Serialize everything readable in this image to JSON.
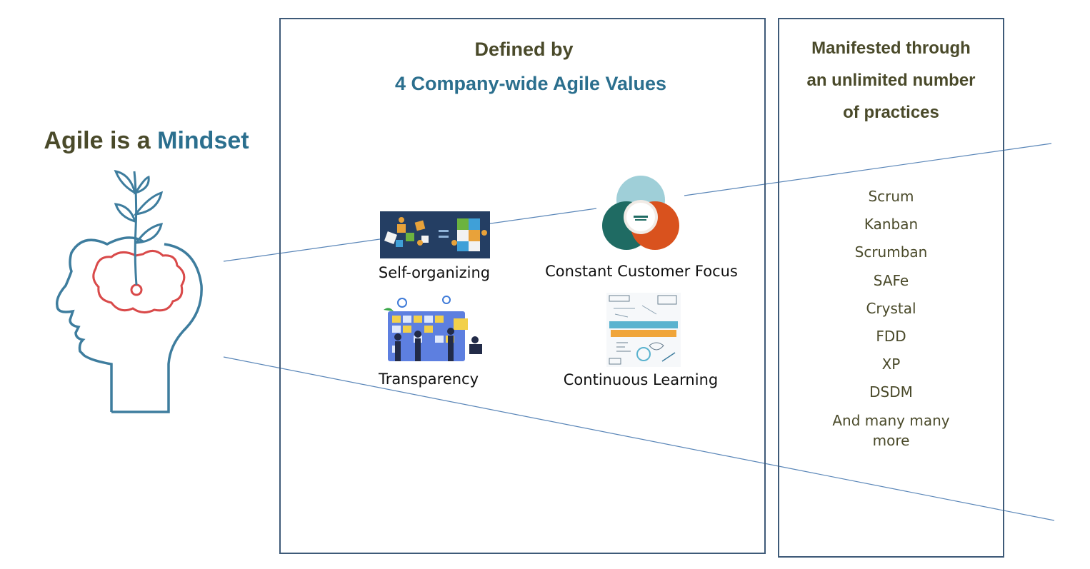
{
  "mindset": {
    "prefix": "Agile is a ",
    "accent": "Mindset"
  },
  "values_box": {
    "heading_line1": "Defined by",
    "heading_line2": "4 Company-wide Agile Values",
    "values": [
      {
        "label": "Self-organizing",
        "image": "puzzle-team-image"
      },
      {
        "label": "Constant Customer Focus",
        "image": "customer-centricity-venn-image"
      },
      {
        "label": "Transparency",
        "image": "kanban-board-team-image"
      },
      {
        "label": "Continuous Learning",
        "image": "continuous-improvement-sketch-image"
      }
    ]
  },
  "practices_box": {
    "heading_line1": "Manifested through",
    "heading_line2": "an unlimited number",
    "heading_line3": "of practices",
    "items": [
      "Scrum",
      "Kanban",
      "Scrumban",
      "SAFe",
      "Crystal",
      "FDD",
      "XP",
      "DSDM"
    ],
    "more_line1": "And many many",
    "more_line2": "more"
  },
  "colors": {
    "accent_blue": "#2b6f8e",
    "dark_olive": "#4a4a2a",
    "frame": "#3e5a78",
    "line": "#5a86b8"
  }
}
